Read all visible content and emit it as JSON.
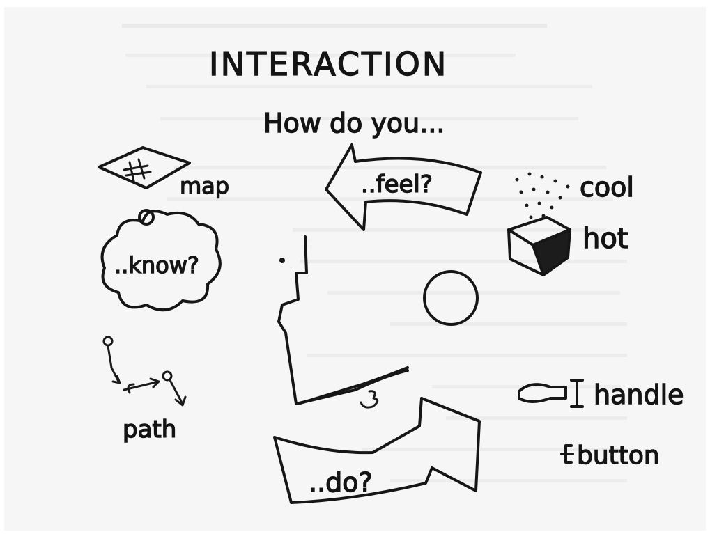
{
  "sketch": {
    "title": "INTERACTION",
    "subtitle": "How do you...",
    "arrow_feel": "..feel?",
    "cloud_know": "..know?",
    "arrow_do": "..do?",
    "map_label": "map",
    "path_label": "path",
    "cool_label": "cool",
    "hot_label": "hot",
    "handle_label": "handle",
    "button_label": "button"
  },
  "colors": {
    "ink": "#161616",
    "paper": "#ffffff",
    "bleed_through": "#d4d4d4"
  }
}
